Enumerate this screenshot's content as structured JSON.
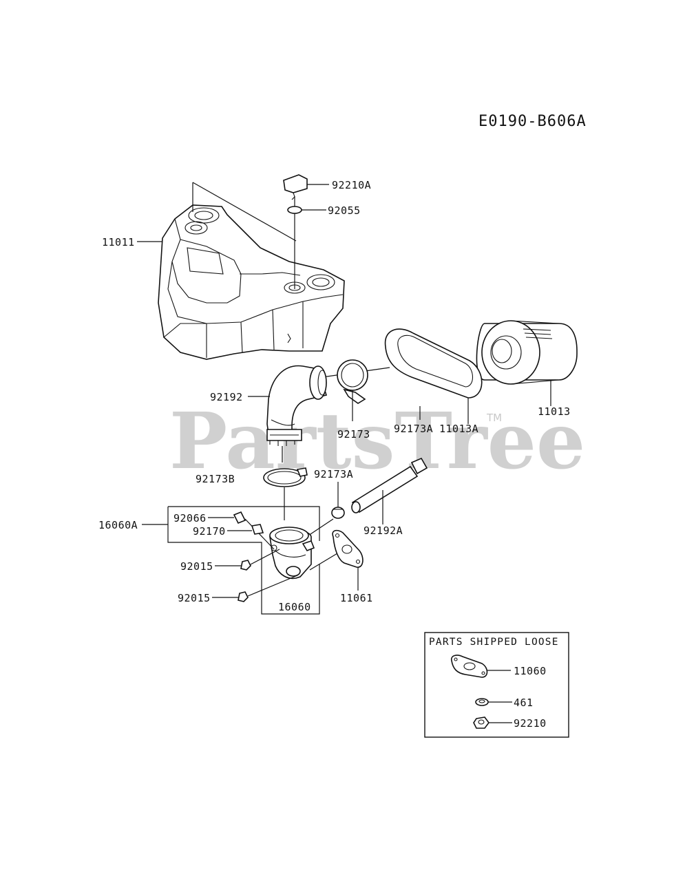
{
  "diagram": {
    "code": "E0190-B606A",
    "watermark": "PartsTree",
    "trademark": "TM",
    "labels": {
      "p92210A": "92210A",
      "p92055": "92055",
      "p11011": "11011",
      "p92192": "92192",
      "p92173": "92173",
      "p92173A_top": "92173A",
      "p11013A": "11013A",
      "p11013": "11013",
      "p92173B": "92173B",
      "p92173A_mid": "92173A",
      "p92066": "92066",
      "p16060A": "16060A",
      "p92170": "92170",
      "p92192A": "92192A",
      "p92015_a": "92015",
      "p92015_b": "92015",
      "p16060": "16060",
      "p11061": "11061"
    },
    "loose_box": {
      "title": "PARTS SHIPPED LOOSE",
      "items": [
        "11060",
        "461",
        "92210"
      ]
    }
  }
}
